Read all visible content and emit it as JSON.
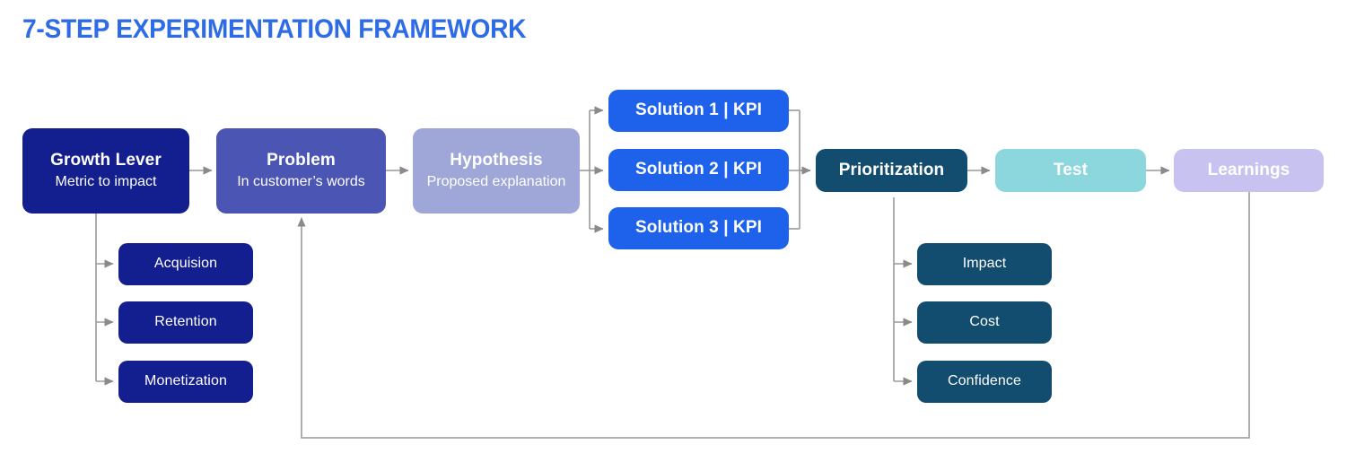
{
  "page": {
    "title": "7-STEP EXPERIMENTATION FRAMEWORK",
    "title_color": "#2E6BE6",
    "background": "#ffffff",
    "connector_color": "#8A8A8A"
  },
  "flow": {
    "steps": [
      {
        "id": "growth-lever",
        "title": "Growth Lever",
        "subtitle": "Metric to impact",
        "color": "#141F8F"
      },
      {
        "id": "problem",
        "title": "Problem",
        "subtitle": "In customer’s words",
        "color": "#4A55B4"
      },
      {
        "id": "hypothesis",
        "title": "Hypothesis",
        "subtitle": "Proposed explanation",
        "color": "#9EA7D8"
      },
      {
        "id": "prioritization",
        "title": "Prioritization",
        "subtitle": "",
        "color": "#124C6E"
      },
      {
        "id": "test",
        "title": "Test",
        "subtitle": "",
        "color": "#8CD6DE"
      },
      {
        "id": "learnings",
        "title": "Learnings",
        "subtitle": "",
        "color": "#C8C2F0"
      }
    ]
  },
  "solutions": {
    "color": "#1E62EC",
    "items": [
      {
        "label": "Solution 1 | KPI"
      },
      {
        "label": "Solution 2 | KPI"
      },
      {
        "label": "Solution 3 | KPI"
      }
    ]
  },
  "growth_lever_branches": {
    "color": "#141F8F",
    "items": [
      {
        "label": "Acquision"
      },
      {
        "label": "Retention"
      },
      {
        "label": "Monetization"
      }
    ]
  },
  "prioritization_criteria": {
    "color": "#124C6E",
    "items": [
      {
        "label": "Impact"
      },
      {
        "label": "Cost"
      },
      {
        "label": "Confidence"
      }
    ]
  }
}
